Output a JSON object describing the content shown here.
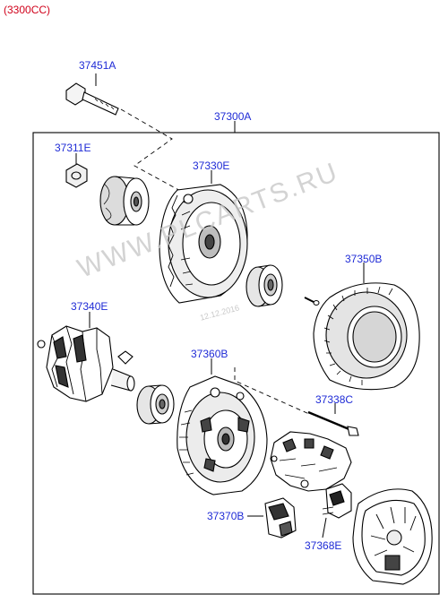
{
  "caption": "(3300CC)",
  "watermark": {
    "text": "WWW.PLCARTS.RU",
    "date": "12.12.2016"
  },
  "colors": {
    "caption": "#d0021b",
    "part_number": "#1f2bd6",
    "line": "#000000"
  },
  "parts": [
    {
      "id": "37451A",
      "label": "37451A",
      "name": "bolt"
    },
    {
      "id": "37300A",
      "label": "37300A",
      "name": "alternator-assembly"
    },
    {
      "id": "37311E",
      "label": "37311E",
      "name": "nut"
    },
    {
      "id": "37330E",
      "label": "37330E",
      "name": "front-bracket"
    },
    {
      "id": "37350B",
      "label": "37350B",
      "name": "stator"
    },
    {
      "id": "37340E",
      "label": "37340E",
      "name": "rotor"
    },
    {
      "id": "37360B",
      "label": "37360B",
      "name": "rear-bracket"
    },
    {
      "id": "37338C",
      "label": "37338C",
      "name": "through-bolt"
    },
    {
      "id": "37370B",
      "label": "37370B",
      "name": "regulator"
    },
    {
      "id": "37368E",
      "label": "37368E",
      "name": "brush-holder"
    }
  ]
}
